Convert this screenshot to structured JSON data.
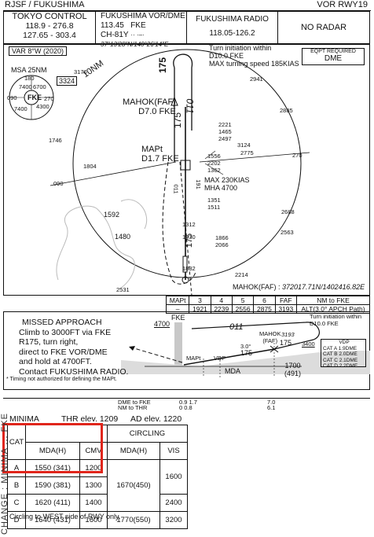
{
  "header": {
    "left": "RJSF / FUKUSHIMA",
    "right": "VOR RWY19"
  },
  "freq": {
    "tokyo_title": "TOKYO CONTROL",
    "tokyo_f1": "118.9 - 276.8",
    "tokyo_f2": "127.65 - 303.4",
    "vor_title": "FUKUSHIMA VOR/DME",
    "vor_freq": "113.45",
    "vor_id": "FKE",
    "vor_ch": "CH-81Y",
    "vor_coord": "37°13'28\"N/140°26'14\"E",
    "radio_title": "FUKUSHIMA RADIO",
    "radio_freq": "118.05-126.2",
    "radar": "NO RADAR"
  },
  "plan": {
    "var": "VAR 8°W (2020)",
    "eqpt_title": "EQPT REQUIRED",
    "eqpt_value": "DME",
    "msa": "MSA 25NM",
    "msa_fke": "FKE",
    "msa_vals": [
      "7400",
      "6700",
      "4300",
      "7400",
      "3324"
    ],
    "msa_b1": "270",
    "msa_b2": "090",
    "msa_b3": "180",
    "turn_note": "Turn initiation within",
    "turn_d": "D10.0 FKE",
    "turn_speed": "MAX turning speed 185KIAS",
    "ring": "10NM",
    "fix1_name": "MAHOK(FAF)",
    "fix1_d": "D7.0 FKE",
    "mapt_name": "MAPt",
    "mapt_d": "D1.7 FKE",
    "crs_in": "175",
    "crs_out": "011",
    "crs_r": "175",
    "crs_r2": "175",
    "crs_b": "191",
    "crs_b2": "011",
    "radial_090": "090",
    "radial_270": "270",
    "max_ias": "MAX 230KIAS",
    "mha": "MHA 4700",
    "mahok_coord_label": "MAHOK(FAF) :",
    "mahok_coord": "372017.71N/1402416.82E",
    "elev": [
      "3176",
      "2941",
      "2885",
      "2221",
      "1465",
      "2497",
      "3124",
      "2775",
      "1746",
      "1804",
      "1556",
      "2202",
      "1362",
      "1351",
      "1511",
      "1592",
      "2688",
      "1312",
      "1230",
      "1866",
      "2066",
      "2563",
      "1480",
      "1832",
      "2214",
      "2531"
    ]
  },
  "profile_table": {
    "row1": [
      "MAPt",
      "3",
      "4",
      "5",
      "6",
      "FAF",
      "NM to FKE"
    ],
    "row2": [
      "–",
      "1921",
      "2239",
      "2556",
      "2875",
      "3193",
      "ALT(3.0° APCH Path)"
    ]
  },
  "profile": {
    "missed_title": "MISSED APPROACH",
    "missed_lines": [
      "Climb to 3000FT via FKE",
      "R175, turn right,",
      "direct to FKE VOR/DME",
      "and hold at 4700FT.",
      "Contact FUKUSHIMA RADIO."
    ],
    "timing": "* Timing not authorized for defining the MAPt.",
    "alt_4700": "4700",
    "fke": "FKE",
    "crs_011": "011",
    "mapt": "MAPt",
    "vdp": "VDP",
    "mahok": "MAHOK",
    "faf": "(FAF)",
    "alt_3193": "3193",
    "glide": "3.0°",
    "crs_175a": "175",
    "crs_175b": "175",
    "alt_3400": "3400",
    "turn_note": "Turn initiation within",
    "turn_d": "D10.0 FKE",
    "vdp_box_title": "VDP",
    "vdp_cats": [
      "CAT A 1.9DME",
      "CAT B 2.0DME",
      "CAT C 2.1DME",
      "CAT D 2.2DME"
    ],
    "mda": "MDA",
    "ground1": "1700",
    "ground2": "(491)",
    "dme_label": "DME to FKE",
    "thr_label": "NM to THR",
    "dme_vals": "0.9 1.7",
    "thr_vals": "0  0.8",
    "dme_7": "7.0",
    "thr_61": "6.1"
  },
  "minima": {
    "title": "MINIMA",
    "thr_elev": "THR elev. 1209",
    "ad_elev": "AD elev. 1220",
    "cat_header": "CAT",
    "circling": "CIRCLING",
    "mda_h": "MDA(H)",
    "cmv": "CMV",
    "mda_h2": "MDA(H)",
    "vis": "VIS",
    "rows": [
      {
        "cat": "A",
        "mda": "1550 (341)",
        "cmv": "1200"
      },
      {
        "cat": "B",
        "mda": "1590 (381)",
        "cmv": "1300"
      },
      {
        "cat": "C",
        "mda": "1620 (411)",
        "cmv": "1400"
      },
      {
        "cat": "D",
        "mda": "1640 (431)",
        "cmv": "1600"
      }
    ],
    "circ_mda1": "1670(450)",
    "circ_mda2": "1770(550)",
    "vis_ab": "1600",
    "vis_c": "2400",
    "vis_d": "3200",
    "note": "Circling to WEST side of RWY only."
  },
  "sidebar": {
    "text": "CHANGE : MINIMA ... FKE"
  }
}
